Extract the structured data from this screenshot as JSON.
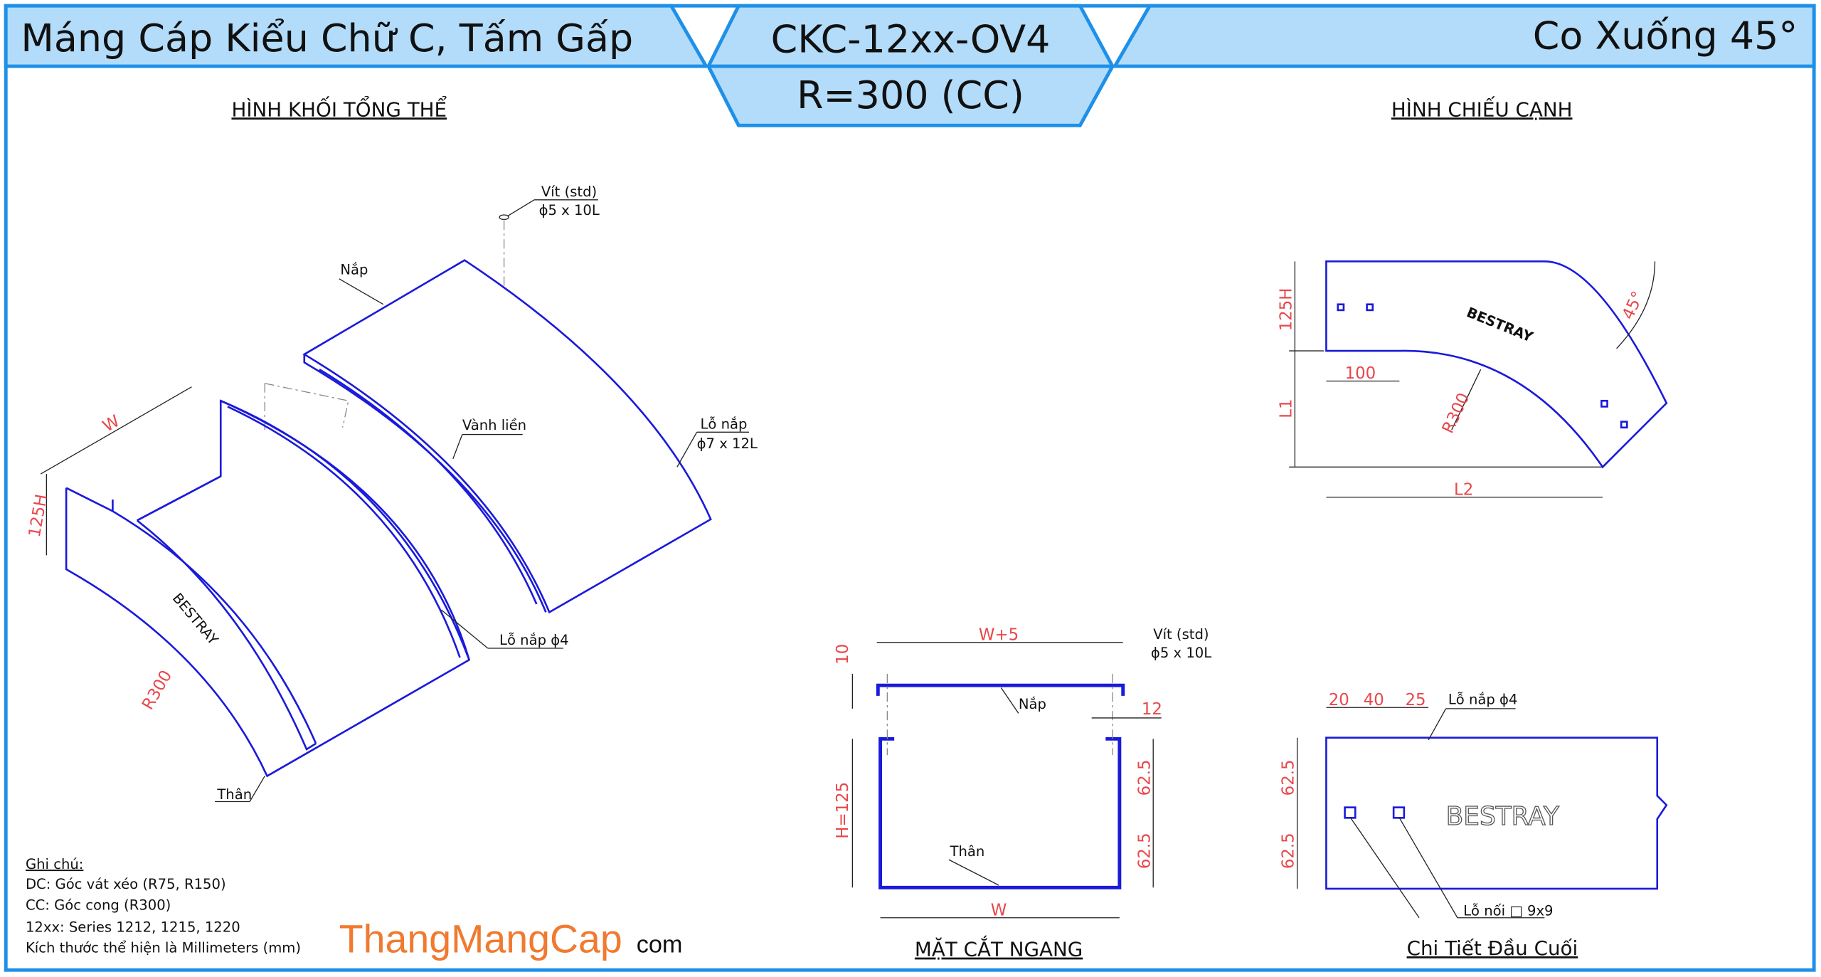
{
  "header": {
    "left_title": "Máng Cáp Kiểu Chữ C, Tấm Gấp",
    "center_code": "CKC-12xx-OV4",
    "center_radius": "R=300 (CC)",
    "right_title": "Co Xuống 45°"
  },
  "iso_view": {
    "title": "HÌNH KHỐI TỔNG THỂ",
    "screw_label": "Vít (std)",
    "screw_spec": "ϕ5 x 10L",
    "cover": "Nắp",
    "rim": "Vành liền",
    "cover_hole": "Lỗ nắp",
    "cover_hole_spec": "ϕ7 x 12L",
    "small_hole": "Lỗ nắp ϕ4",
    "body": "Thân",
    "dim_w": "W",
    "dim_h": "125H",
    "dim_r": "R300",
    "brand": "BESTRAY"
  },
  "side_view": {
    "title": "HÌNH CHIẾU CẠNH",
    "dim_h": "125H",
    "dim_l1": "L1",
    "dim_l2": "L2",
    "dim_100": "100",
    "dim_r": "R300",
    "dim_angle": "45°",
    "brand": "BESTRAY"
  },
  "section_view": {
    "title": "MẶT CẮT NGANG",
    "dim_w5": "W+5",
    "dim_10": "10",
    "dim_12": "12",
    "dim_h": "H=125",
    "dim_625a": "62.5",
    "dim_625b": "62.5",
    "dim_w": "W",
    "screw_label": "Vít (std)",
    "screw_spec": "ϕ5 x 10L",
    "cover": "Nắp",
    "body": "Thân"
  },
  "end_detail": {
    "title": "Chi Tiết Đầu Cuối",
    "dim_20": "20",
    "dim_40": "40",
    "dim_25": "25",
    "hole_label": "Lỗ nắp ϕ4",
    "dim_625a": "62.5",
    "dim_625b": "62.5",
    "joint_hole": "Lỗ nối □ 9x9",
    "brand": "BESTRAY"
  },
  "notes": {
    "heading": "Ghi chú:",
    "lines": [
      "DC: Góc vát xéo (R75, R150)",
      "CC: Góc cong (R300)",
      "12xx: Series 1212, 1215, 1220",
      "Kích thước thể hiện là Millimeters (mm)"
    ]
  },
  "watermark": {
    "main": "ThangMangCap",
    "suffix": "com"
  },
  "colors": {
    "frame": "#1e90e8",
    "header_fill": "#b3dcfa",
    "drawing": "#1a1adb",
    "dimension": "#e8474b",
    "watermark": "#f07a30"
  }
}
